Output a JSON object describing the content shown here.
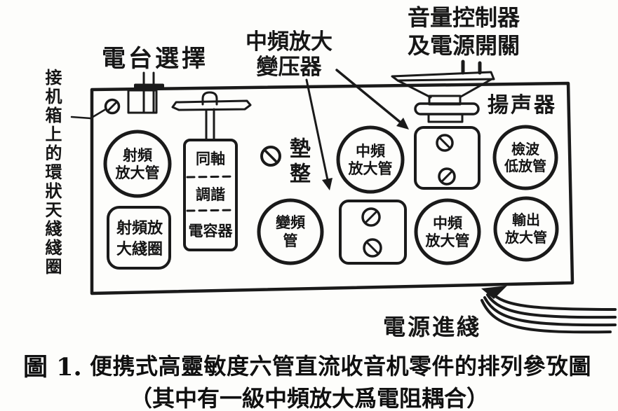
{
  "ink_color": "#1a1a1a",
  "annotations": {
    "station_select": "電台選擇",
    "if_transformer": {
      "line1": "中頻放大",
      "line2": "變压器"
    },
    "volume_control": {
      "line1": "音量控制器",
      "line2": "及電源開關"
    },
    "speaker": "揚声器",
    "loop_antenna": "接机箱上的環狀天綫綫圈",
    "padder": "墊整",
    "power_input": "電源進綫"
  },
  "components": {
    "rf_amp_tube": {
      "line1": "射頻",
      "line2": "放大管"
    },
    "rf_amp_coil": {
      "line1": "射頻放",
      "line2": "大綫圈"
    },
    "coaxial_tuning_capacitor": {
      "line1": "同軸",
      "line2": "調諧",
      "line3": "電容器"
    },
    "converter_tube": {
      "line1": "變頻",
      "line2": "管"
    },
    "if_amp_tube_upper": {
      "line1": "中頻",
      "line2": "放大管"
    },
    "if_amp_tube_lower": {
      "line1": "中頻",
      "line2": "放大管"
    },
    "detector_low_amp_tube": {
      "line1": "檢波",
      "line2": "低放管"
    },
    "output_amp_tube": {
      "line1": "輸出",
      "line2": "放大管"
    }
  },
  "caption": {
    "figure_label": "圖 1.",
    "title": "便携式高靈敏度六管直流收音机零件的排列參攷圖",
    "subtitle": "（其中有一級中頻放大爲電阻耦合）"
  }
}
